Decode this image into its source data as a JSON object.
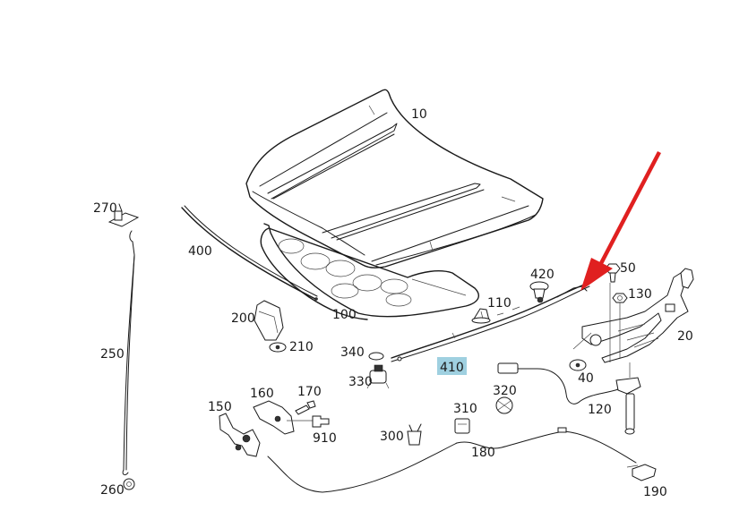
{
  "diagram": {
    "title": "Hood (bonnet) assembly exploded parts diagram",
    "highlight_color": "#9fd0e0",
    "arrow_color": "#e02020",
    "highlighted_part": "410",
    "arrow_target_part": "410",
    "labels": {
      "p10": "10",
      "p20": "20",
      "p40": "40",
      "p50": "50",
      "p100": "100",
      "p110": "110",
      "p120": "120",
      "p130": "130",
      "p150": "150",
      "p160": "160",
      "p170": "170",
      "p180": "180",
      "p190": "190",
      "p200": "200",
      "p210": "210",
      "p250": "250",
      "p260": "260",
      "p270": "270",
      "p300": "300",
      "p310": "310",
      "p320": "320",
      "p330": "330",
      "p340": "340",
      "p400": "400",
      "p410": "410",
      "p420": "420",
      "p910": "910"
    },
    "parts": [
      {
        "id": "10",
        "name": "hood-panel"
      },
      {
        "id": "20",
        "name": "hood-hinge"
      },
      {
        "id": "40",
        "name": "washer"
      },
      {
        "id": "50",
        "name": "bolt"
      },
      {
        "id": "100",
        "name": "hood-inner-insulation"
      },
      {
        "id": "110",
        "name": "clip"
      },
      {
        "id": "120",
        "name": "gas-strut-with-cable"
      },
      {
        "id": "130",
        "name": "nut"
      },
      {
        "id": "150",
        "name": "hood-latch"
      },
      {
        "id": "160",
        "name": "latch-bracket"
      },
      {
        "id": "170",
        "name": "screw"
      },
      {
        "id": "180",
        "name": "release-cable"
      },
      {
        "id": "190",
        "name": "release-handle"
      },
      {
        "id": "200",
        "name": "bracket"
      },
      {
        "id": "210",
        "name": "grommet"
      },
      {
        "id": "250",
        "name": "prop-rod"
      },
      {
        "id": "260",
        "name": "rod-grommet"
      },
      {
        "id": "270",
        "name": "rod-holder"
      },
      {
        "id": "300",
        "name": "clip"
      },
      {
        "id": "310",
        "name": "clip-holder"
      },
      {
        "id": "320",
        "name": "cable-guide"
      },
      {
        "id": "330",
        "name": "buffer"
      },
      {
        "id": "340",
        "name": "washer"
      },
      {
        "id": "400",
        "name": "seal-strip"
      },
      {
        "id": "410",
        "name": "side-seal"
      },
      {
        "id": "420",
        "name": "clip"
      },
      {
        "id": "910",
        "name": "connector"
      }
    ]
  }
}
